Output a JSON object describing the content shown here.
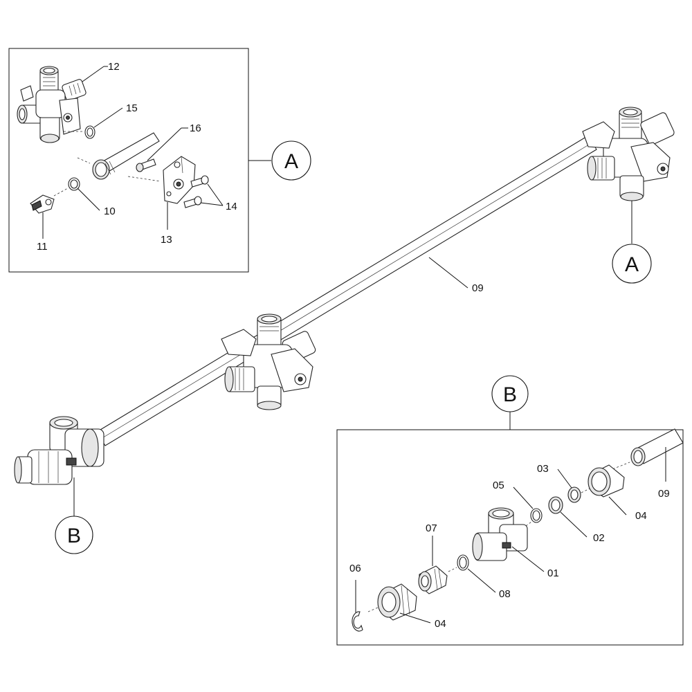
{
  "detail_markers": {
    "a": "A",
    "b": "B"
  },
  "part_numbers": {
    "p01": "01",
    "p02": "02",
    "p03": "03",
    "p04": "04",
    "p05": "05",
    "p06": "06",
    "p07": "07",
    "p08": "08",
    "p09": "09",
    "p10": "10",
    "p11": "11",
    "p12": "12",
    "p13": "13",
    "p14": "14",
    "p15": "15",
    "p16": "16"
  }
}
